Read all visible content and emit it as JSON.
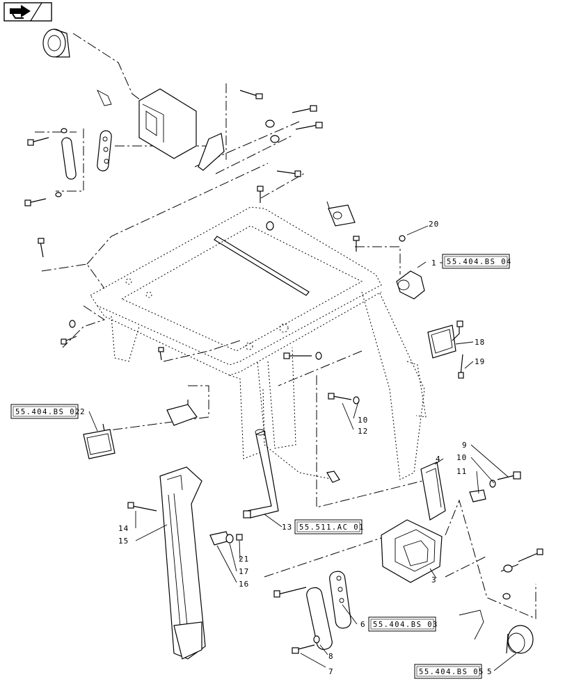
{
  "nav": {
    "icon": "next-page-arrow-icon"
  },
  "callouts": [
    {
      "n": "1"
    },
    {
      "n": "2"
    },
    {
      "n": "3"
    },
    {
      "n": "4"
    },
    {
      "n": "5"
    },
    {
      "n": "6"
    },
    {
      "n": "7"
    },
    {
      "n": "8"
    },
    {
      "n": "9"
    },
    {
      "n": "10"
    },
    {
      "n": "10"
    },
    {
      "n": "11"
    },
    {
      "n": "12"
    },
    {
      "n": "13"
    },
    {
      "n": "14"
    },
    {
      "n": "15"
    },
    {
      "n": "16"
    },
    {
      "n": "17"
    },
    {
      "n": "18"
    },
    {
      "n": "19"
    },
    {
      "n": "20"
    },
    {
      "n": "21"
    }
  ],
  "refs": [
    {
      "text": "55.404.BS 04"
    },
    {
      "text": "55.404.BS 02"
    },
    {
      "text": "55.511.AC 01"
    },
    {
      "text": "55.404.BS 03"
    },
    {
      "text": "55.404.BS 05"
    }
  ]
}
